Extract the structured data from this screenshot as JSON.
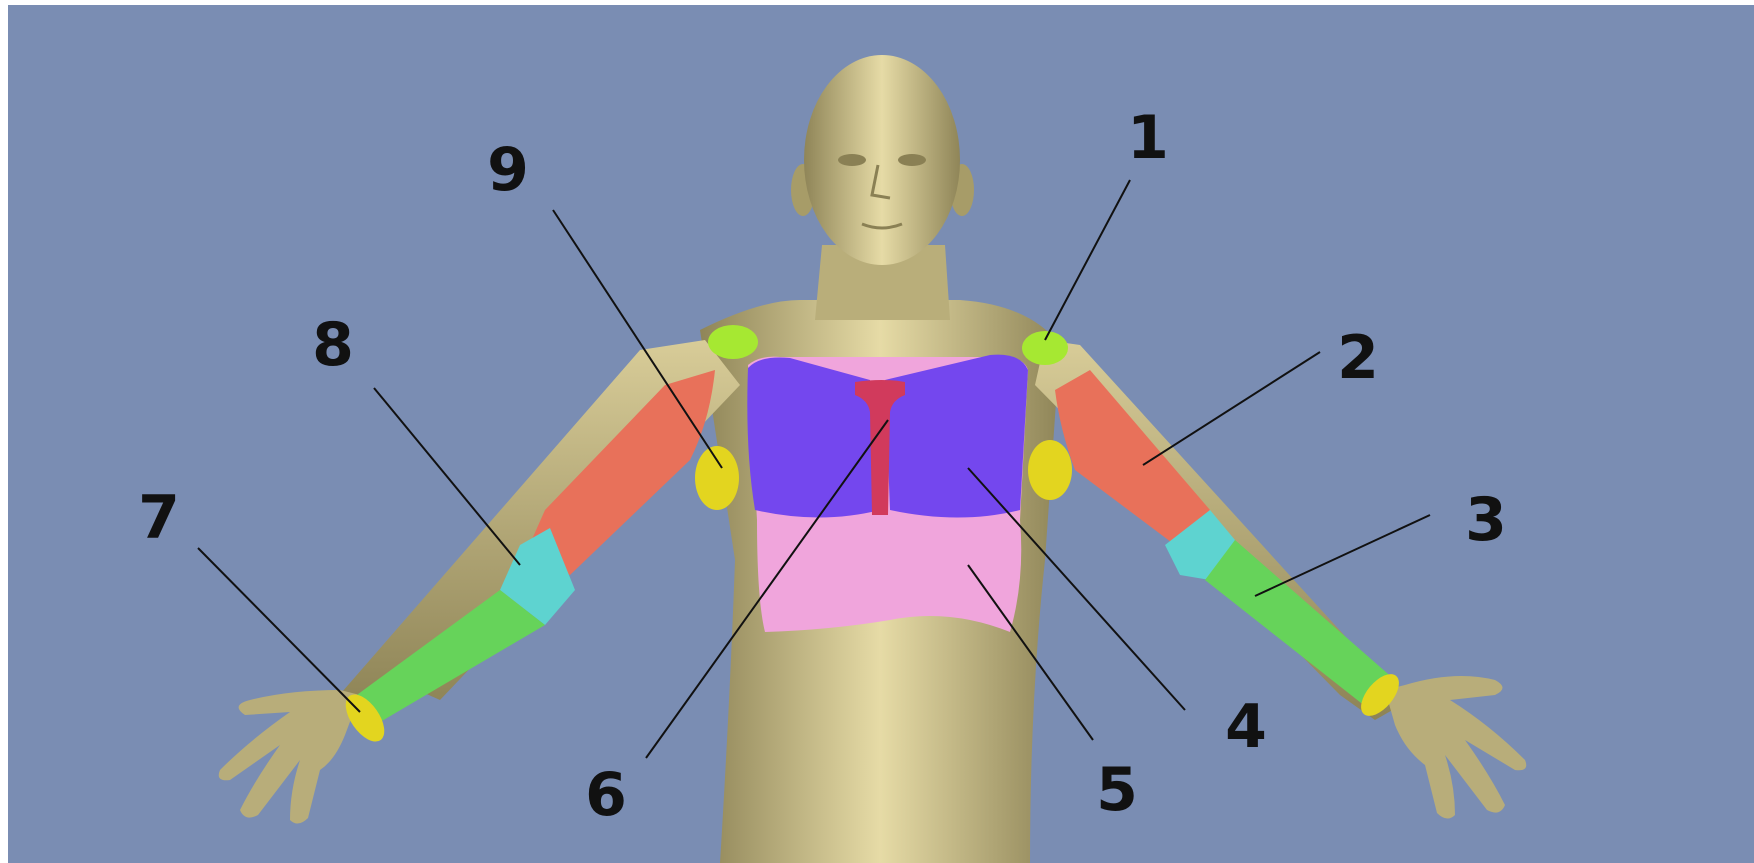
{
  "figure": {
    "background_color": "#7a8db3",
    "skin_color": "#c9bd8a",
    "region_colors": {
      "shoulder_cap": "#a6e832",
      "upper_arm": "#e8715a",
      "elbow": "#5ed3d0",
      "forearm": "#66d35a",
      "wrist": "#e3d51f",
      "axilla": "#e3d51f",
      "chest": "#7447ee",
      "sternum": "#d13a5c",
      "abdomen_band": "#f0a5dc"
    }
  },
  "labels": [
    {
      "id": "1",
      "text": "1"
    },
    {
      "id": "2",
      "text": "2"
    },
    {
      "id": "3",
      "text": "3"
    },
    {
      "id": "4",
      "text": "4"
    },
    {
      "id": "5",
      "text": "5"
    },
    {
      "id": "6",
      "text": "6"
    },
    {
      "id": "7",
      "text": "7"
    },
    {
      "id": "8",
      "text": "8"
    },
    {
      "id": "9",
      "text": "9"
    }
  ]
}
